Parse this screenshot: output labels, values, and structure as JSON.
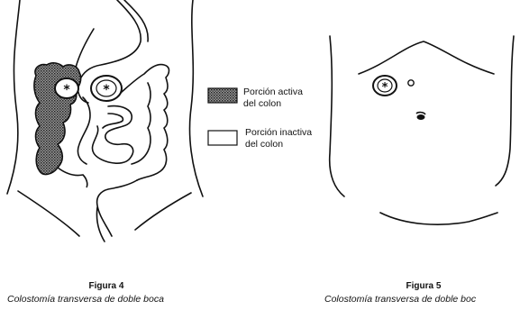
{
  "figure4": {
    "title": "Figura 4",
    "subtitle": "Colostomía transversa de doble boca",
    "legend": {
      "active_line1": "Porción activa",
      "active_line2": "del colon",
      "inactive_line1": "Porción inactiva",
      "inactive_line2": "del colon"
    }
  },
  "figure5": {
    "title": "Figura 5",
    "subtitle": "Colostomía transversa de doble boc"
  },
  "colors": {
    "ink": "#111111",
    "active_fill": "#555555",
    "background": "#ffffff"
  },
  "icons": {
    "stoma": "asterisk-in-circle",
    "navel": "dot"
  }
}
